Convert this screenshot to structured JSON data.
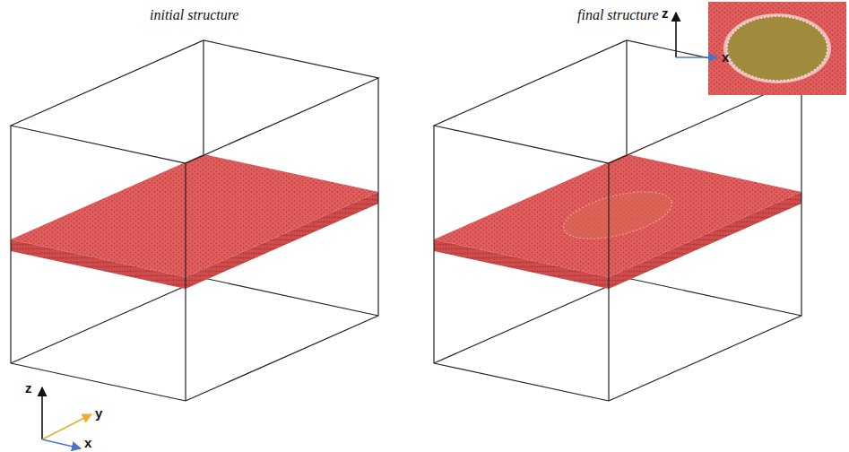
{
  "diagram": {
    "labels": [
      "initial structure",
      "final structure",
      "z",
      "y",
      "x",
      "z",
      "x"
    ]
  }
}
